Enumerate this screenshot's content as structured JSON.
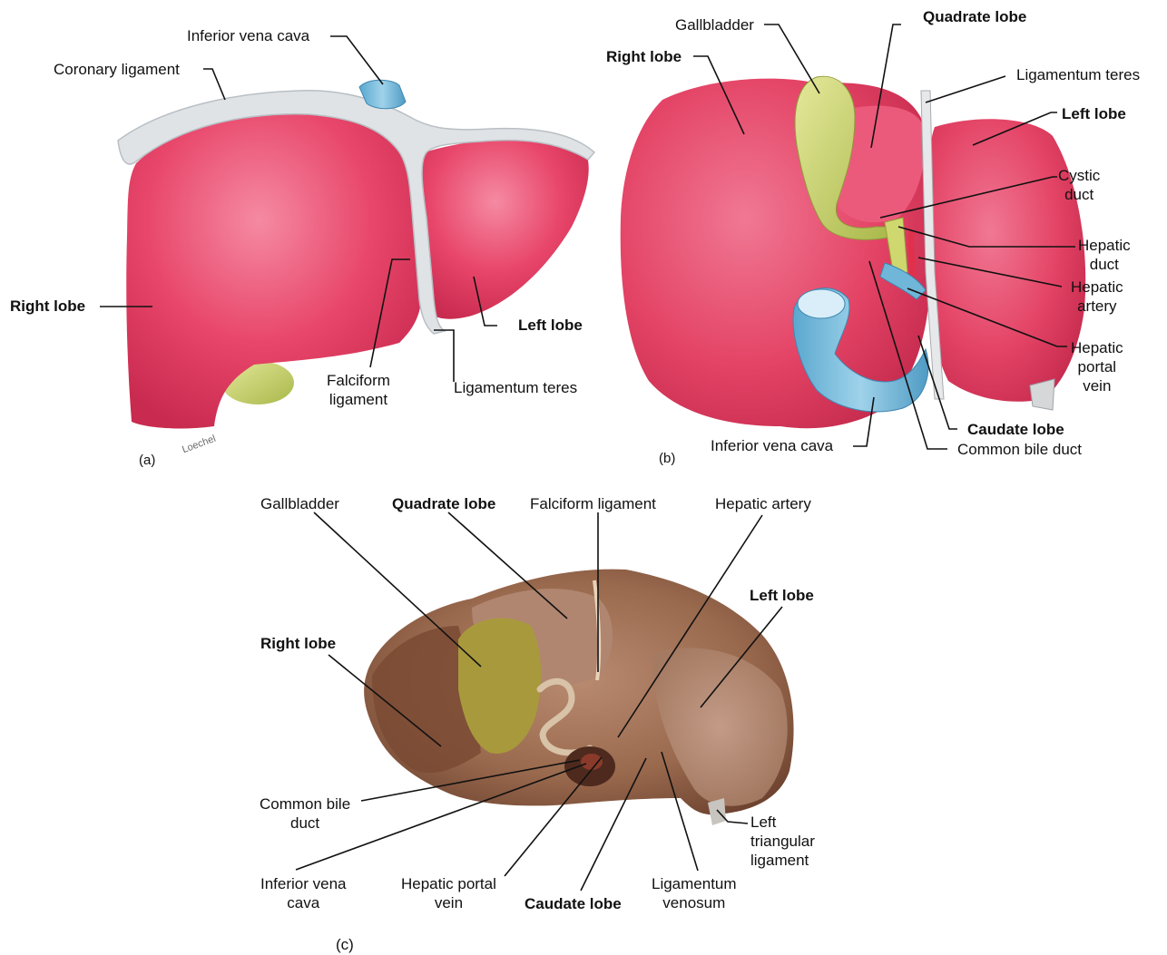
{
  "panel_a": {
    "inferior_vena_cava": "Inferior vena cava",
    "coronary_ligament": "Coronary ligament",
    "right_lobe": "Right lobe",
    "left_lobe": "Left lobe",
    "falciform_ligament": "Falciform\nligament",
    "ligamentum_teres": "Ligamentum teres",
    "panel_letter": "(a)",
    "signature": "Loechel"
  },
  "panel_b": {
    "gallbladder": "Gallbladder",
    "quadrate_lobe": "Quadrate lobe",
    "right_lobe": "Right lobe",
    "ligamentum_teres": "Ligamentum teres",
    "left_lobe": "Left lobe",
    "cystic_duct": "Cystic\nduct",
    "hepatic_duct": "Hepatic\nduct",
    "hepatic_artery": "Hepatic\nartery",
    "hepatic_portal_vein": "Hepatic\nportal\nvein",
    "caudate_lobe": "Caudate lobe",
    "inferior_vena_cava": "Inferior vena cava",
    "common_bile_duct": "Common bile duct",
    "panel_letter": "(b)"
  },
  "panel_c": {
    "gallbladder": "Gallbladder",
    "quadrate_lobe": "Quadrate lobe",
    "falciform_ligament": "Falciform ligament",
    "hepatic_artery": "Hepatic artery",
    "left_lobe": "Left lobe",
    "right_lobe": "Right lobe",
    "common_bile_duct": "Common bile\nduct",
    "left_triangular_ligament": "Left\ntriangular\nligament",
    "inferior_vena_cava": "Inferior vena\ncava",
    "hepatic_portal_vein": "Hepatic portal\nvein",
    "caudate_lobe": "Caudate lobe",
    "ligamentum_venosum": "Ligamentum\nvenosum",
    "panel_letter": "(c)"
  },
  "colors": {
    "liver_pink": "#e8466a",
    "liver_pink_light": "#f27a93",
    "ligament_gray": "#d9dde0",
    "gallbladder_yellow": "#c8d46a",
    "vena_cava_blue": "#7fc0dc",
    "artery_red": "#e0304a",
    "specimen_brown": "#9a6a4e",
    "specimen_dark": "#6e4330",
    "specimen_yellow": "#a89a3c"
  }
}
